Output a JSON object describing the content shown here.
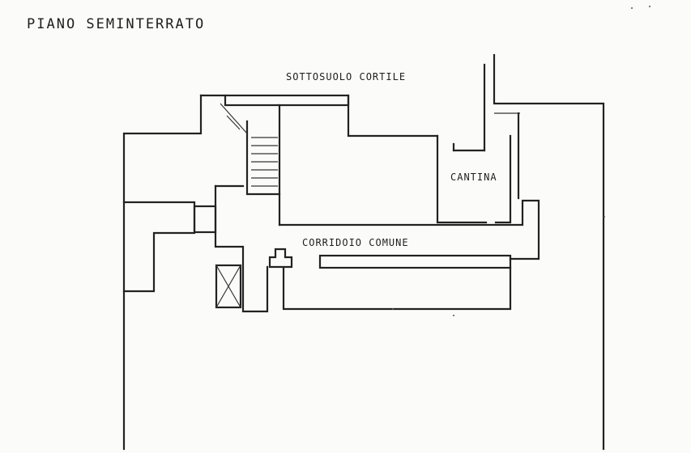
{
  "plan": {
    "title": "PIANO SEMINTERRATO",
    "rooms": {
      "courtyard": "SOTTOSUOLO CORTILE",
      "cellar": "CANTINA",
      "corridor": "CORRIDOIO COMUNE"
    },
    "ink_color": "#222222",
    "paper_color": "#fbfbf9"
  }
}
